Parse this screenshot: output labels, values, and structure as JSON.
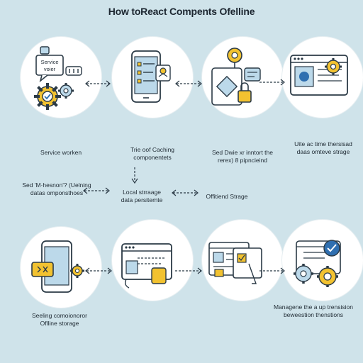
{
  "title": "How toReact Compents Ofelline",
  "colors": {
    "background": "#cfe3ea",
    "outline": "#2b3a46",
    "yellow": "#f2c230",
    "blue": "#bcd9ea",
    "accent": "#2f6fb0"
  },
  "row1": {
    "captions": [
      {
        "line1": "Service worken",
        "line2": ""
      },
      {
        "line1": "Trie oof Caching",
        "line2": "componentets"
      },
      {
        "line1": "Sed Dwie xr inntort the",
        "line2": "rerex) 8 pipncieind"
      },
      {
        "line1": "Uite ac time thersisad",
        "line2": "daas omteve strage"
      }
    ],
    "sub_captions": [
      {
        "line1": "Sed 'M·hesnon'? (Uelning",
        "line2": "datas omponsthoes"
      },
      {
        "line1": "Local strraage",
        "line2": "data persitemte"
      },
      {
        "line1": "Offitiend Strage",
        "line2": ""
      }
    ],
    "bubble_text": {
      "line1": "Service",
      "line2": "voier"
    }
  },
  "row2": {
    "captions": [
      {
        "line1": "Seeling comoionoror",
        "line2": "Oflline storage"
      },
      {
        "line1": "Managene the a up trensision",
        "line2": "beweestion thenstions"
      }
    ]
  }
}
